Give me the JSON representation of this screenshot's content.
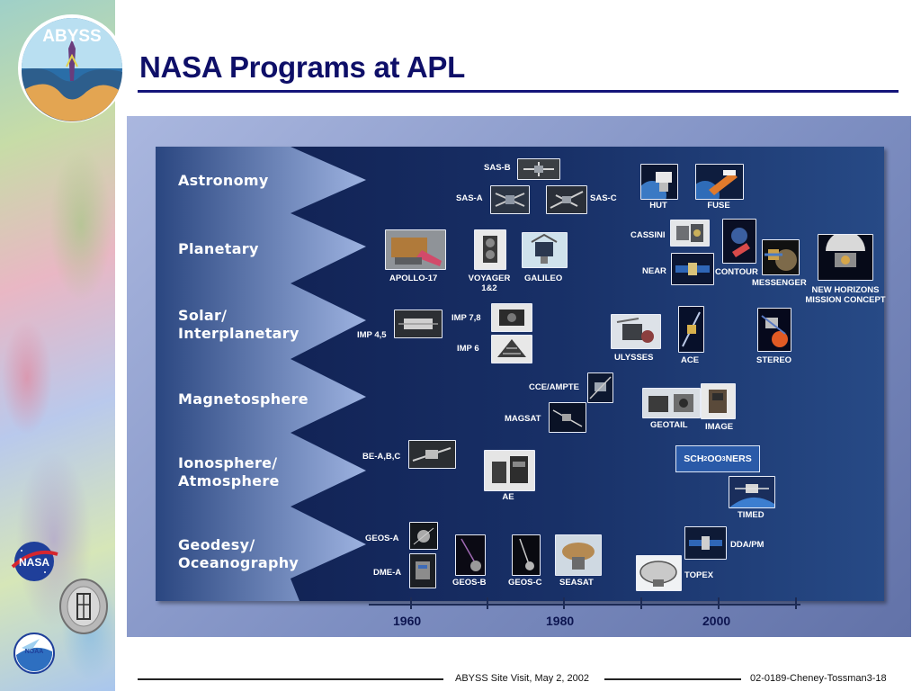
{
  "header": {
    "title": "NASA Programs at APL"
  },
  "logos": {
    "abyss": "ABYSS",
    "nasa": "NASA",
    "noaa": "NOAA"
  },
  "categories": [
    {
      "line1": "Astronomy",
      "line2": ""
    },
    {
      "line1": "Planetary",
      "line2": ""
    },
    {
      "line1": "Solar/",
      "line2": "Interplanetary"
    },
    {
      "line1": "Magnetosphere",
      "line2": ""
    },
    {
      "line1": "Ionosphere/",
      "line2": "Atmosphere"
    },
    {
      "line1": "Geodesy/",
      "line2": "Oceanography"
    }
  ],
  "missions": {
    "sas_b": "SAS-B",
    "sas_a": "SAS-A",
    "sas_c": "SAS-C",
    "hut": "HUT",
    "fuse": "FUSE",
    "apollo17": "APOLLO-17",
    "voyager": "VOYAGER",
    "voyager_sub": "1&2",
    "galileo": "GALILEO",
    "cassini": "CASSINI",
    "near": "NEAR",
    "contour": "CONTOUR",
    "messenger": "MESSENGER",
    "new_horizons_1": "NEW HORIZONS",
    "new_horizons_2": "MISSION CONCEPT",
    "imp45": "IMP 4,5",
    "imp78": "IMP 7,8",
    "imp6": "IMP 6",
    "ulysses": "ULYSSES",
    "ace": "ACE",
    "stereo": "STEREO",
    "cce_ampte": "CCE/AMPTE",
    "magsat": "MAGSAT",
    "geotail": "GEOTAIL",
    "image": "IMAGE",
    "be_abc": "BE-A,B,C",
    "ae": "AE",
    "timed": "TIMED",
    "geos_a": "GEOS-A",
    "dme_a": "DME-A",
    "geos_b": "GEOS-B",
    "geos_c": "GEOS-C",
    "seasat": "SEASAT",
    "ddapm": "DDA/PM",
    "topex": "TOPEX",
    "schooners": {
      "sch": "SCH",
      "sub2a": "2",
      "oo": "OO",
      "sub3": "3",
      "ners": "NERS"
    }
  },
  "timeline": {
    "years": [
      "1960",
      "1980",
      "2000"
    ]
  },
  "footer": {
    "visit": "ABYSS Site Visit, May 2, 2002",
    "doc": "02-0189-Cheney-Tossman3-18"
  },
  "colors": {
    "title": "#0e0f68",
    "panel": "#183067",
    "chevron": "#8fa3d6",
    "frame": "#8d9cd0"
  }
}
